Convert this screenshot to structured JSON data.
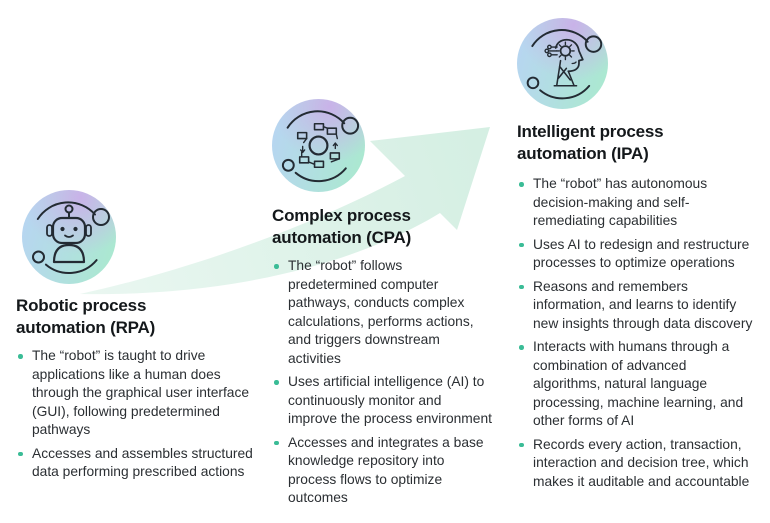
{
  "theme": {
    "arrow_color": "#d5efe3",
    "arrow_tail_color": "#eaf7f1",
    "bullet_color": "#3abc96",
    "heading_color": "#14181b",
    "body_color": "#2b2f33",
    "badge_purple": "#c9b2e8",
    "badge_blue": "#b7d6f0",
    "badge_green": "#abe8d1",
    "icon_line": "#232b33"
  },
  "arrow": {
    "name": "growth-arrow",
    "direction": "up-right"
  },
  "stages": [
    {
      "id": "rpa",
      "icon": "robot-icon",
      "title": "Robotic process\nautomation (RPA)",
      "bullets": [
        "The “robot” is taught to drive\napplications like a human does\nthrough the graphical user interface\n(GUI), following predetermined\npathways",
        "Accesses and assembles structured\ndata performing prescribed actions"
      ]
    },
    {
      "id": "cpa",
      "icon": "workflow-icon",
      "title": "Complex process\nautomation (CPA)",
      "bullets": [
        "The “robot” follows\npredetermined computer\npathways, conducts complex\ncalculations, performs actions,\nand triggers downstream\nactivities",
        "Uses artificial intelligence (AI) to\ncontinuously monitor and\nimprove the process environment",
        "Accesses and integrates a base\nknowledge repository into\nprocess flows to optimize\noutcomes"
      ]
    },
    {
      "id": "ipa",
      "icon": "ai-head-icon",
      "title": "Intelligent process\nautomation (IPA)",
      "bullets": [
        "The “robot” has autonomous\ndecision-making and self-\nremediating capabilities",
        "Uses AI to redesign and restructure\nprocesses to optimize operations",
        "Reasons and remembers\ninformation, and learns to identify\nnew insights through data discovery",
        "Interacts with humans through a\ncombination of advanced\nalgorithms, natural language\nprocessing, machine learning, and\nother forms of AI",
        "Records every action, transaction,\ninteraction and decision tree, which\nmakes it auditable and accountable"
      ]
    }
  ]
}
